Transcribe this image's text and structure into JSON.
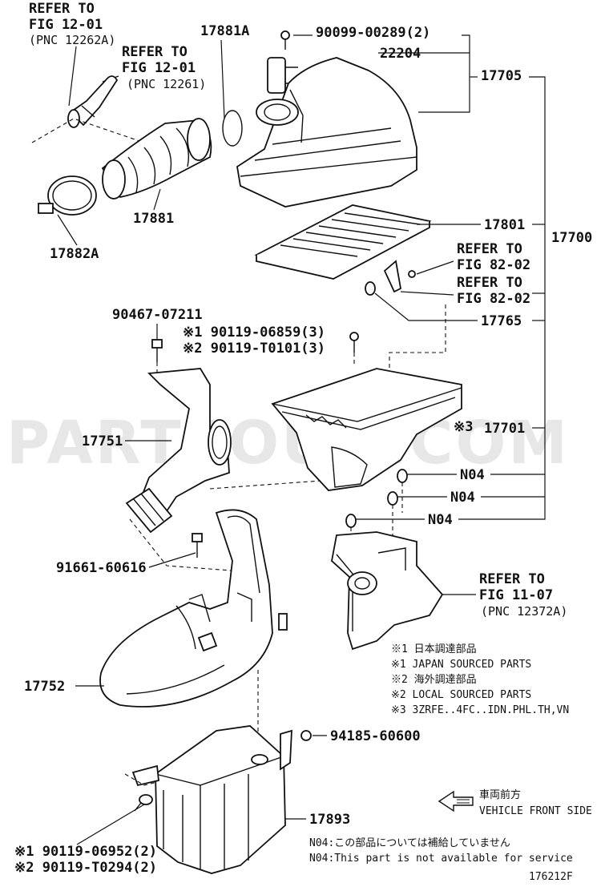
{
  "refs": {
    "fig12_01_a": [
      "REFER TO",
      "FIG 12-01",
      "(PNC 12262A)"
    ],
    "fig12_01_b": [
      "REFER TO",
      "FIG 12-01",
      "(PNC 12261)"
    ],
    "fig82_02_a": [
      "REFER TO",
      "FIG 82-02"
    ],
    "fig82_02_b": [
      "REFER TO",
      "FIG 82-02"
    ],
    "fig11_07": [
      "REFER TO",
      "FIG 11-07",
      "(PNC 12372A)"
    ]
  },
  "parts": {
    "p17881A": "17881A",
    "p90099": "90099-00289(2)",
    "p22204": "22204",
    "p17705": "17705",
    "p17881": "17881",
    "p17882A": "17882A",
    "p17801": "17801",
    "p17700": "17700",
    "p17765": "17765",
    "p90467": "90467-07211",
    "p90119_06859": "※1 90119-06859(3)",
    "p90119_T0101": "※2 90119-T0101(3)",
    "p17751": "17751",
    "p17701_mark": "※3",
    "p17701": "17701",
    "n04_1": "N04",
    "n04_2": "N04",
    "n04_3": "N04",
    "p91661": "91661-60616",
    "p17752": "17752",
    "p94185": "94185-60600",
    "p17893": "17893",
    "p90119_06952": "※1 90119-06952(2)",
    "p90119_T0294": "※2 90119-T0294(2)"
  },
  "notes": [
    "※1 日本調達部品",
    "※1 JAPAN SOURCED PARTS",
    "※2 海外調達部品",
    "※2 LOCAL SOURCED PARTS",
    "※3 3ZRFE..4FC..IDN.PHL.TH,VN"
  ],
  "front": {
    "jp": "車両前方",
    "en": "VEHICLE FRONT SIDE"
  },
  "footer": {
    "n04_jp": "N04:この部品については補給していません",
    "n04_en": "N04:This part is not available for service",
    "fig_id": "176212F"
  },
  "watermark": "PARTSOUQ.COM"
}
